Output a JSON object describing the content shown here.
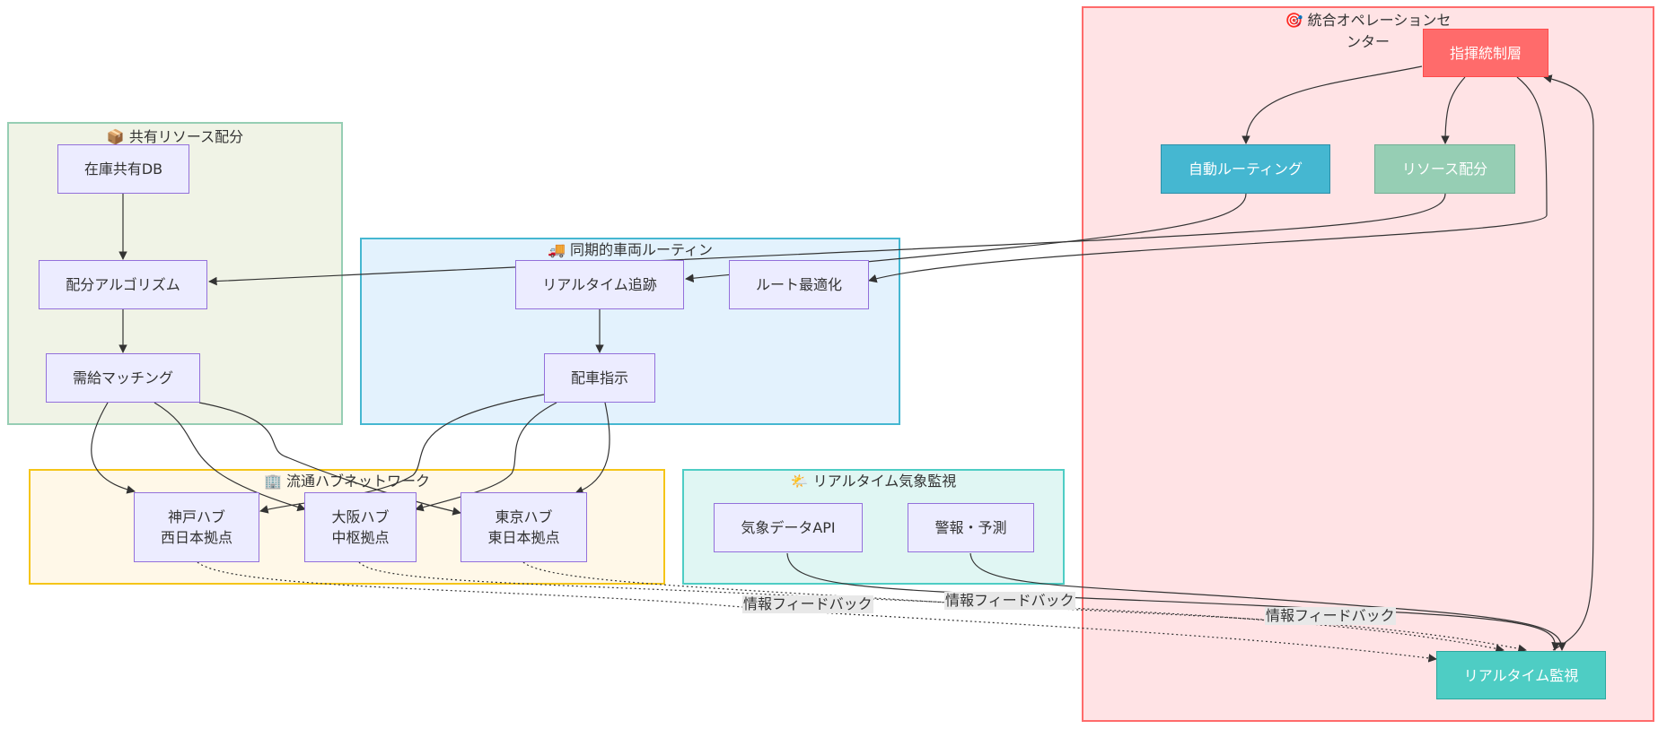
{
  "clusters": {
    "ops": {
      "title_line1": "🎯 統合オペレーションセ",
      "title_line2": "ンター"
    },
    "resource": {
      "title": "📦 共有リソース配分"
    },
    "routing": {
      "title": "🚚 同期的車両ルーティン"
    },
    "hub": {
      "title": "🏢 流通ハブネットワーク"
    },
    "weather": {
      "title": "🌤️ リアルタイム気象監視"
    }
  },
  "nodes": {
    "command": {
      "label": "指揮統制層"
    },
    "auto_route": {
      "label": "自動ルーティング"
    },
    "res_alloc": {
      "label": "リソース配分"
    },
    "monitor": {
      "label": "リアルタイム監視"
    },
    "inv_db": {
      "label": "在庫共有DB"
    },
    "alloc_alg": {
      "label": "配分アルゴリズム"
    },
    "matching": {
      "label": "需給マッチング"
    },
    "tracking": {
      "label": "リアルタイム追跡"
    },
    "route_opt": {
      "label": "ルート最適化"
    },
    "dispatch": {
      "label": "配車指示"
    },
    "kobe": {
      "line1": "神戸ハブ",
      "line2": "西日本拠点"
    },
    "osaka": {
      "line1": "大阪ハブ",
      "line2": "中枢拠点"
    },
    "tokyo": {
      "line1": "東京ハブ",
      "line2": "東日本拠点"
    },
    "weather_api": {
      "label": "気象データAPI"
    },
    "alert": {
      "label": "警報・予測"
    }
  },
  "edge_labels": {
    "feedback_1": "情報フィードバック",
    "feedback_2": "情報フィードバック",
    "feedback_3": "情報フィードバック"
  },
  "colors": {
    "ops_fill": "#ffe3e5",
    "ops_border": "#ff6b6b",
    "resource_fill": "#f0f3e6",
    "resource_border": "#96ceb4",
    "routing_fill": "#e3f2fd",
    "routing_border": "#45b7d1",
    "hub_fill": "#fff8e8",
    "hub_border": "#f5c518",
    "weather_fill": "#e0f6f3",
    "weather_border": "#4ecdc4",
    "command": "#ff6b6b",
    "auto_route": "#45b7d1",
    "res_alloc": "#96ceb4",
    "monitor": "#4ecdc4",
    "node_default_fill": "#ececff",
    "node_default_border": "#9370db",
    "edge": "#333333"
  }
}
